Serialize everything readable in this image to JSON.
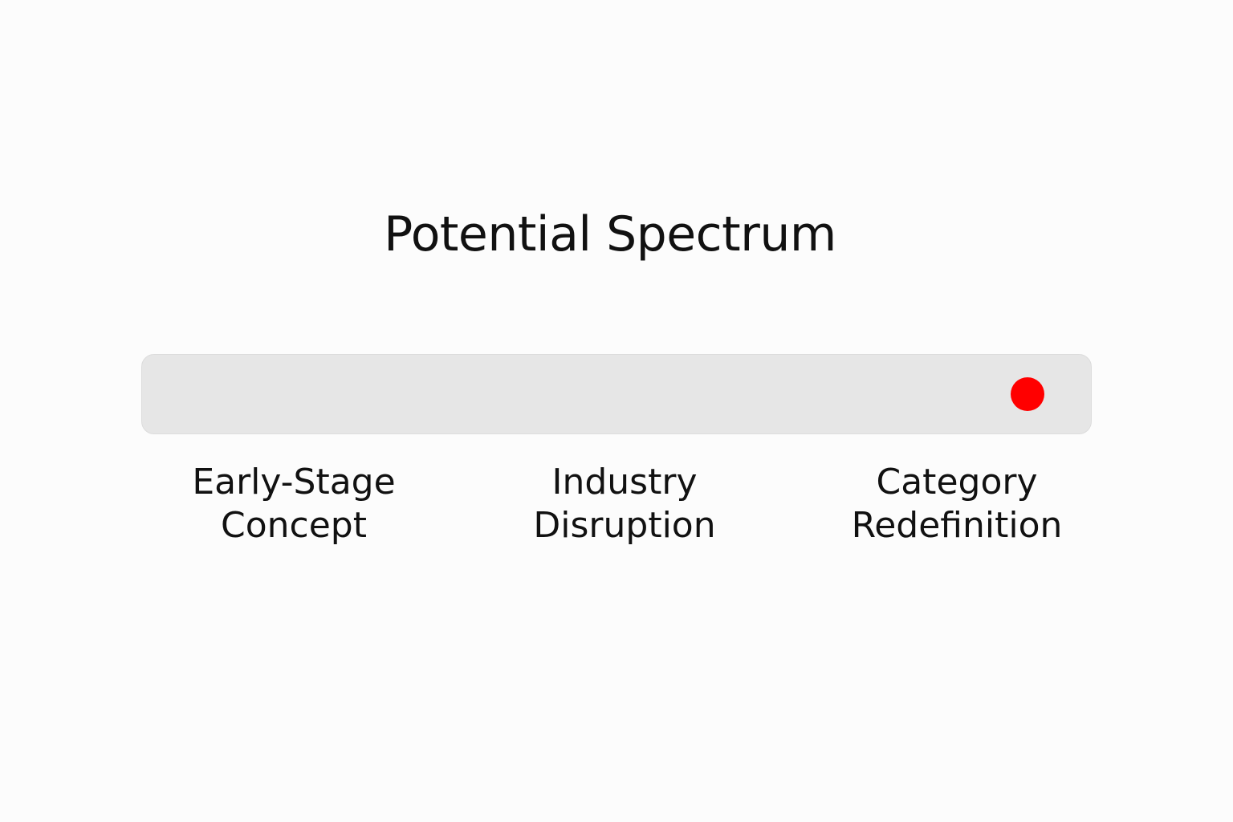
{
  "title": "Potential Spectrum",
  "spectrum": {
    "marker_value": 0.933,
    "marker_color": "#ff0000",
    "track_color": "#e6e6e6",
    "labels": [
      {
        "line1": "Early-Stage",
        "line2": "Concept"
      },
      {
        "line1": "Industry",
        "line2": "Disruption"
      },
      {
        "line1": "Category",
        "line2": "Redefinition"
      }
    ]
  }
}
